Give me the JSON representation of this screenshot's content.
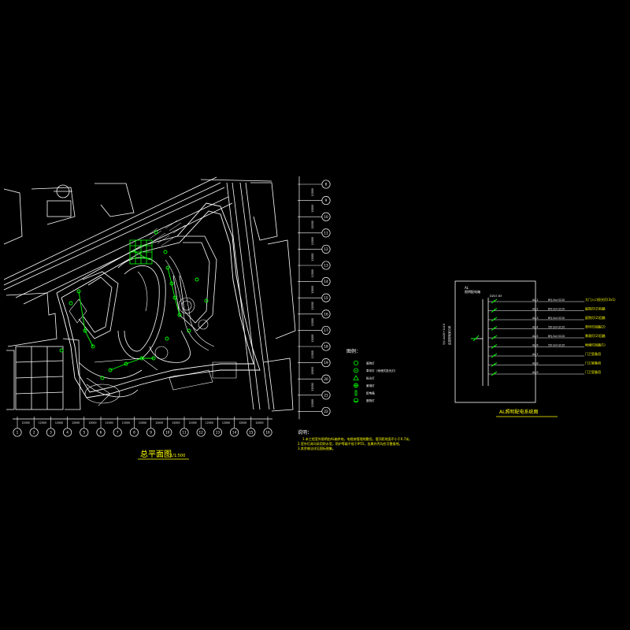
{
  "drawing": {
    "site_plan": {
      "title": "总平面图",
      "scale": "1/1:500"
    },
    "grid": {
      "row_labels": [
        "8",
        "9",
        "10",
        "11",
        "12",
        "13",
        "14",
        "15",
        "16",
        "17",
        "18",
        "19",
        "20",
        "21",
        "22"
      ],
      "col_labels": [
        "1",
        "2",
        "3",
        "4",
        "5",
        "6",
        "7",
        "8",
        "9",
        "10",
        "11",
        "12",
        "13",
        "14",
        "15",
        "16"
      ],
      "dimension_text": "12000"
    },
    "legend": {
      "title": "图例：",
      "items": [
        {
          "symbol": "circle",
          "label": "庭院灯"
        },
        {
          "symbol": "circle-dot",
          "label": "草坪灯（地埋式投光灯）"
        },
        {
          "symbol": "triangle",
          "label": "投光灯"
        },
        {
          "symbol": "x-circle",
          "label": "景观灯"
        },
        {
          "symbol": "bar",
          "label": "配电箱"
        },
        {
          "symbol": "dot-circle",
          "label": "庭院灯"
        }
      ]
    },
    "notes": {
      "title": "说明：",
      "lines": [
        "1.本工程室外照明由AL箱供电，电缆穿管埋地敷设，管顶距地面不小于0.7米。",
        "2.室外灯具均采用防水型，防护等级不低于IP55，金属外壳均应可靠接地。",
        "3.其余做法详见国标图集。"
      ]
    },
    "distribution": {
      "title": "AL照明配电系统图",
      "panel_label": "AL",
      "panel_sub": "照明配电箱",
      "incoming": "YJV-4x16+1x10",
      "incoming_note": "由变配电室引来",
      "main_breaker": "DZ47-63",
      "circuits": [
        {
          "id": "AL-1",
          "cable": "BYJ-3x4 SC20",
          "desc": "大门入口投光灯(3x1)"
        },
        {
          "id": "AL-2",
          "cable": "BYJ-3x4 SC20",
          "desc": "庭院灯(2)回路"
        },
        {
          "id": "AL-3",
          "cable": "BYJ-3x4 SC20",
          "desc": "庭院灯(2)回路"
        },
        {
          "id": "AL-4",
          "cable": "YJV-3x4 SC20",
          "desc": "草坪灯回路(2)"
        },
        {
          "id": "AL-5",
          "cable": "BYJ-3x4 SC20",
          "desc": "景观灯(2)回路"
        },
        {
          "id": "AL-6",
          "cable": "YJV-3x4 SC20",
          "desc": "地埋灯回路(1)"
        },
        {
          "id": "AL-7",
          "cable": "",
          "desc": "门卫室备用"
        },
        {
          "id": "AL-8",
          "cable": "",
          "desc": "门卫室备用"
        },
        {
          "id": "AL-9",
          "cable": "",
          "desc": "门卫室备用"
        }
      ]
    },
    "colors": {
      "background": "#000000",
      "linework": "#ffffff",
      "lights": "#00ff00",
      "text_accent": "#ffff00"
    }
  }
}
